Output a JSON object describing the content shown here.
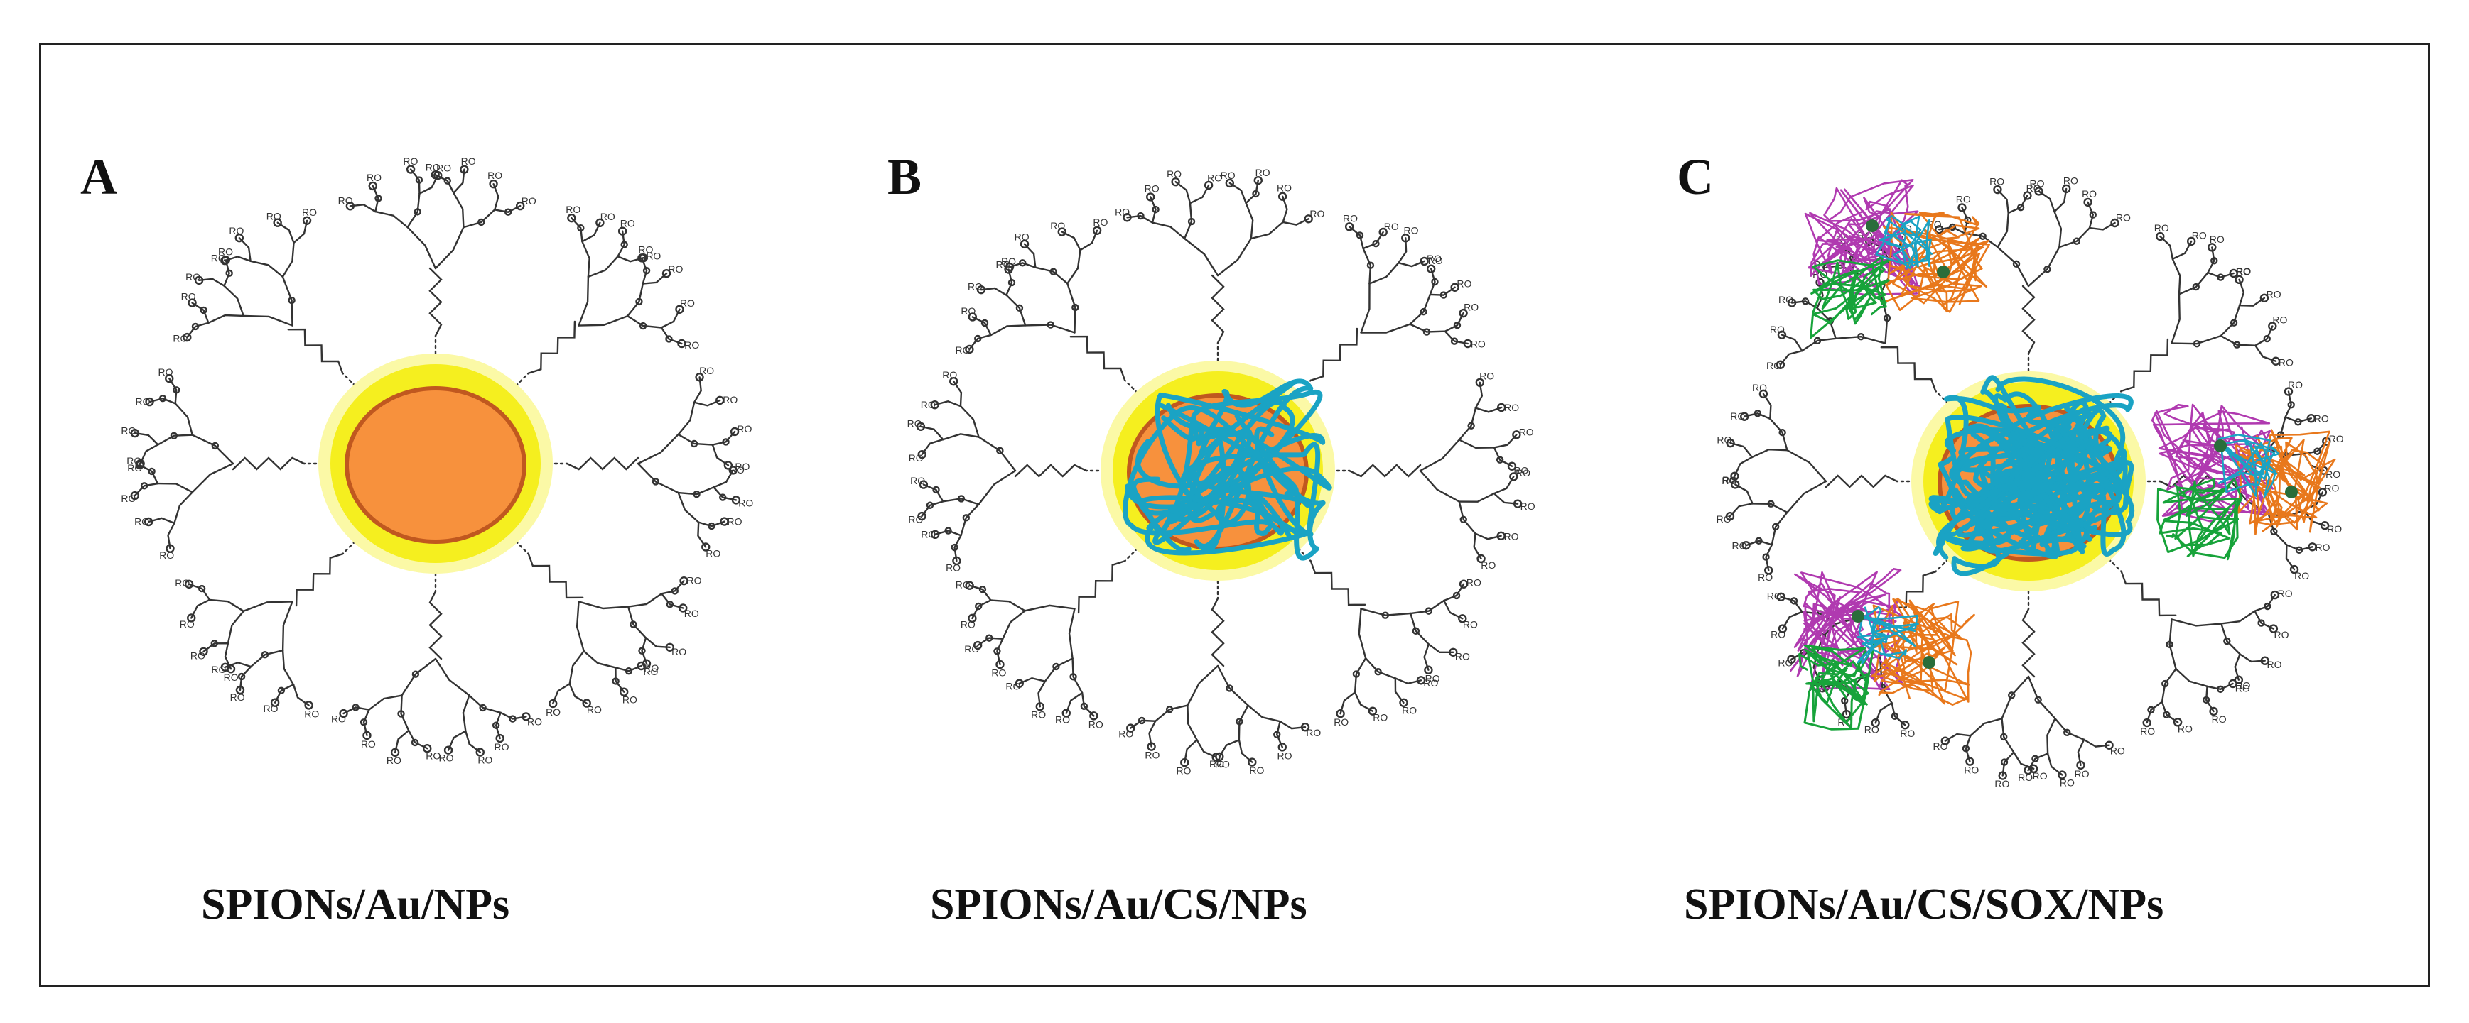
{
  "panels": [
    {
      "id": "A",
      "letter": "A",
      "caption": "SPIONs/Au/NPs",
      "chitosan": false,
      "enzyme": false
    },
    {
      "id": "B",
      "letter": "B",
      "caption": "SPIONs/Au/CS/NPs",
      "chitosan": true,
      "enzyme": false
    },
    {
      "id": "C",
      "letter": "C",
      "caption": "SPIONs/Au/CS/SOX/NPs",
      "chitosan": true,
      "enzyme": true
    }
  ],
  "colors": {
    "core_fill": "#f7913d",
    "core_stroke": "#c0581f",
    "gold_shell": "#f5ef1f",
    "gold_halo": "#fbf9a6",
    "chitosan": "#1aa3c4",
    "dendron": "#333333",
    "enzyme_magenta": "#b03ab0",
    "enzyme_orange": "#e8781c",
    "enzyme_green": "#17a33a",
    "enzyme_cyan": "#1aa3c4"
  }
}
